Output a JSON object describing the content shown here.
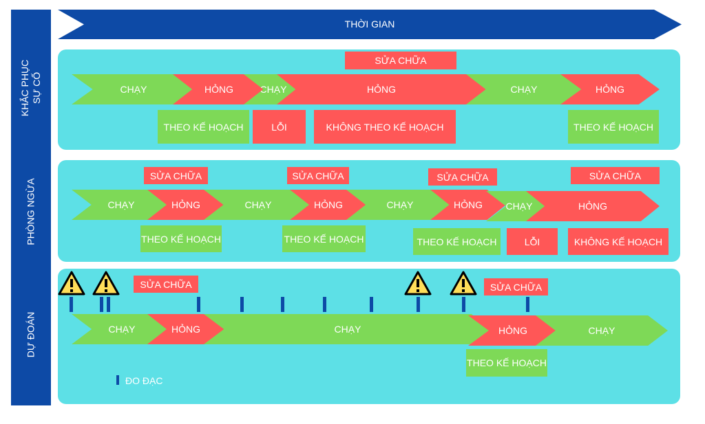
{
  "timeline": {
    "title": "THỜI GIAN"
  },
  "colors": {
    "dark_blue": "#0d4aa6",
    "panel": "#5de0e6",
    "green": "#7ed957",
    "red": "#ff5757",
    "warning_yellow": "#ffde59"
  },
  "rows": {
    "corrective": {
      "label_line1": "KHẮC PHỤC",
      "label_line2": "SỰ CỐ",
      "segments": [
        "CHẠY",
        "HỎNG",
        "CHẠY",
        "HỎNG",
        "CHẠY",
        "HỎNG"
      ],
      "boxes": [
        "SỬA CHỮA",
        "THEO KẾ HOẠCH",
        "LỖI",
        "KHÔNG THEO KẾ HOẠCH",
        "THEO KẾ HOẠCH"
      ]
    },
    "preventive": {
      "label": "PHÒNG NGỪA",
      "segments": [
        "CHẠY",
        "HỎNG",
        "CHẠY",
        "HỎNG",
        "CHẠY",
        "HỎNG",
        "CHẠY",
        "HỎNG"
      ],
      "boxes": [
        "SỬA CHỮA",
        "SỬA CHỮA",
        "SỬA CHỮA",
        "SỬA CHỮA",
        "THEO KẾ HOẠCH",
        "THEO KẾ HOẠCH",
        "THEO KẾ HOẠCH",
        "LỖI",
        "KHÔNG KẾ HOẠCH"
      ]
    },
    "predictive": {
      "label": "DỰ ĐOÁN",
      "segments": [
        "CHẠY",
        "HỎNG",
        "CHẠY",
        "HỎNG",
        "CHẠY"
      ],
      "boxes": [
        "SỬA CHỮA",
        "SỬA CHỮA",
        "THEO KẾ HOẠCH"
      ],
      "legend": "ĐO ĐẠC"
    }
  }
}
